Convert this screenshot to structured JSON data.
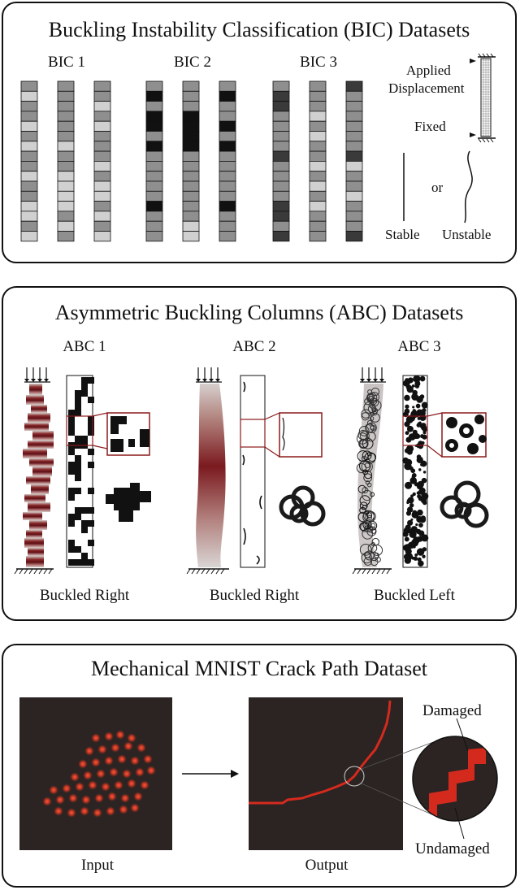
{
  "bic": {
    "title": "Buckling Instability Classification (BIC) Datasets",
    "sets": [
      "BIC 1",
      "BIC 2",
      "BIC 3"
    ],
    "columns": [
      [
        [
          5,
          8,
          5,
          5,
          8,
          5,
          8,
          5,
          5,
          8,
          5,
          5,
          8,
          8,
          5,
          8
        ],
        [
          5,
          5,
          5,
          5,
          5,
          5,
          8,
          5,
          5,
          8,
          8,
          8,
          8,
          5,
          8,
          5
        ],
        [
          5,
          5,
          8,
          5,
          8,
          5,
          5,
          5,
          8,
          5,
          8,
          8,
          5,
          8,
          5,
          8
        ]
      ],
      [
        [
          5,
          1,
          5,
          1,
          1,
          5,
          1,
          5,
          5,
          5,
          5,
          5,
          1,
          5,
          5,
          5
        ],
        [
          5,
          5,
          5,
          1,
          1,
          1,
          1,
          5,
          5,
          5,
          5,
          5,
          5,
          5,
          8,
          8
        ],
        [
          5,
          1,
          5,
          5,
          1,
          5,
          1,
          5,
          5,
          5,
          5,
          5,
          1,
          5,
          5,
          5
        ]
      ],
      [
        [
          5,
          2,
          2,
          5,
          5,
          5,
          5,
          2,
          5,
          5,
          5,
          5,
          2,
          2,
          5,
          2
        ],
        [
          5,
          5,
          5,
          8,
          5,
          8,
          5,
          5,
          8,
          5,
          8,
          5,
          8,
          5,
          5,
          5
        ],
        [
          2,
          5,
          5,
          5,
          5,
          5,
          5,
          2,
          8,
          5,
          5,
          8,
          5,
          5,
          5,
          2
        ]
      ]
    ],
    "legend": {
      "applied": "Applied",
      "displacement": "Displacement",
      "fixed": "Fixed",
      "or": "or",
      "stable": "Stable",
      "unstable": "Unstable"
    }
  },
  "abc": {
    "title": "Asymmetric Buckling Columns (ABC) Datasets",
    "sets": [
      {
        "name": "ABC 1",
        "caption": "Buckled Right"
      },
      {
        "name": "ABC 2",
        "caption": "Buckled Right"
      },
      {
        "name": "ABC 3",
        "caption": "Buckled Left"
      }
    ]
  },
  "mnist": {
    "title": "Mechanical MNIST Crack Path Dataset",
    "input_label": "Input",
    "output_label": "Output",
    "damaged_label": "Damaged",
    "undamaged_label": "Undamaged",
    "colors": {
      "background": "#2b2422",
      "crack": "#d42a1e",
      "dot": "#c43a2a"
    }
  }
}
